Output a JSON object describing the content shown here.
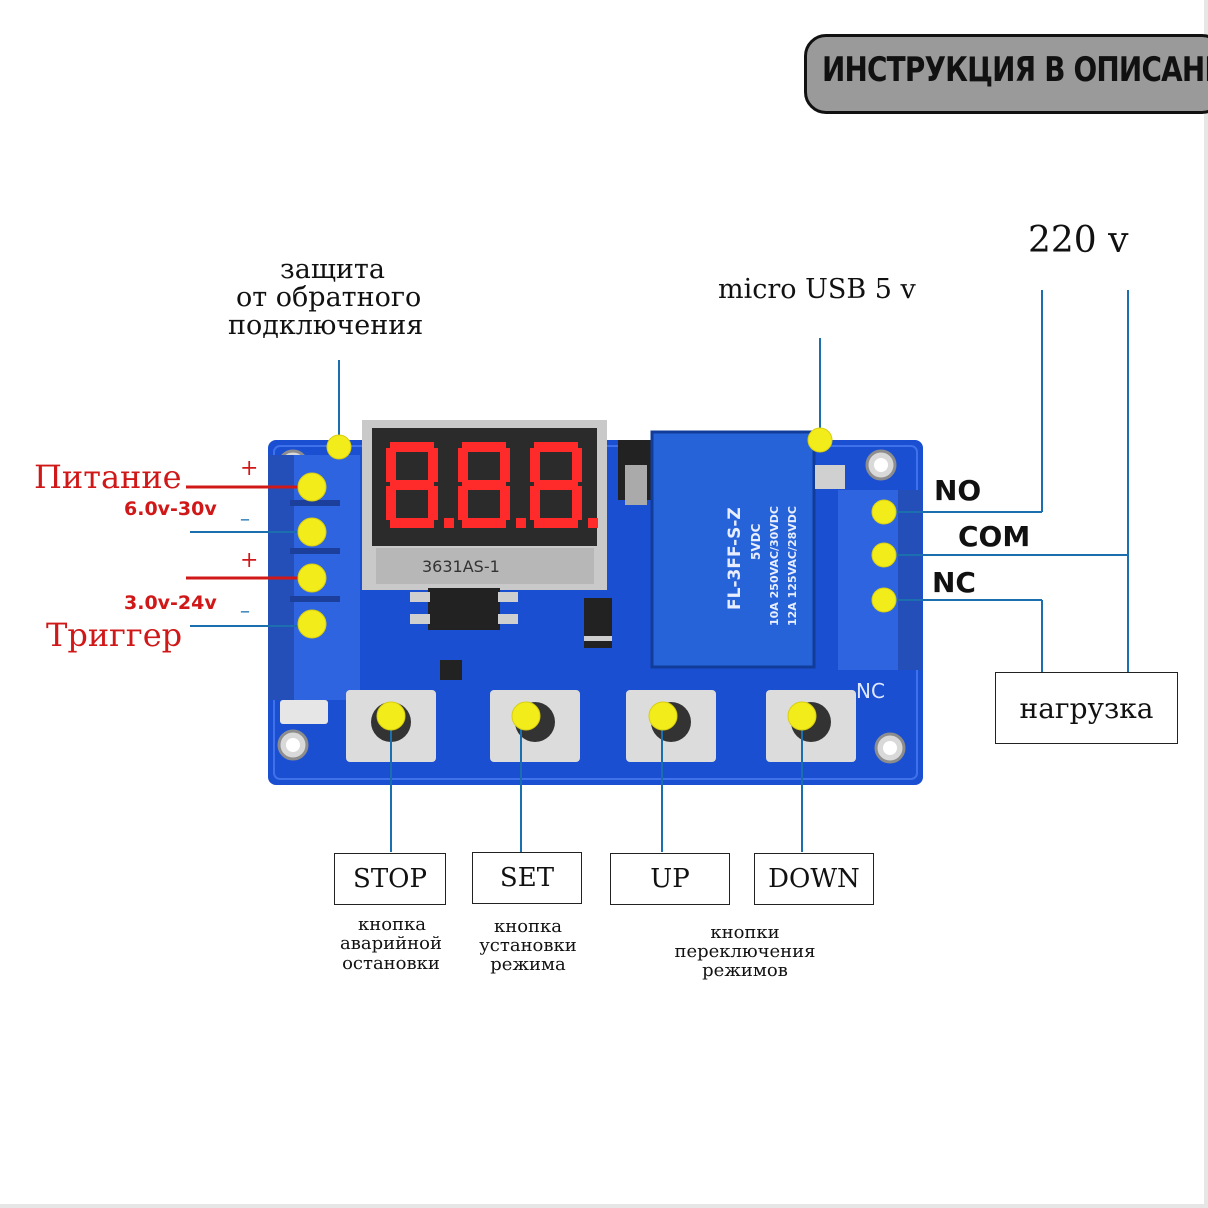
{
  "banner": {
    "text": "ИНСТРУКЦИЯ В ОПИСАНИИ"
  },
  "labels": {
    "protection": [
      "защита",
      "от обратного",
      "подключения"
    ],
    "usb": "micro USB 5 v",
    "mains": "220 v",
    "power": "Питание",
    "power_range": "6.0v-30v",
    "trigger_range": "3.0v-24v",
    "trigger": "Триггер",
    "plus": "+",
    "minus": "–"
  },
  "terminals": {
    "no": "NO",
    "com": "COM",
    "nc": "NC"
  },
  "load": "нагрузка",
  "board": {
    "display_part": "3631AS-1",
    "silk_nc": "NC",
    "relay_lines": [
      "FL-3FF-S-Z",
      "5VDC",
      "10A 250VAC/30VDC",
      "12A 125VAC/28VDC"
    ]
  },
  "buttons": [
    {
      "label": "STOP",
      "desc": [
        "кнопка",
        "аварийной",
        "остановки"
      ]
    },
    {
      "label": "SET",
      "desc": [
        "кнопка",
        "установки",
        "режима"
      ]
    },
    {
      "label": "UP"
    },
    {
      "label": "DOWN"
    }
  ],
  "mode_desc": [
    "кнопки",
    "переключения",
    "режимов"
  ],
  "colors": {
    "pcb": "#1a4fd1",
    "terminal": "#2f64e0",
    "callout": "#1b6fae",
    "dot": "#f3ec1b",
    "power_line": "#d01818",
    "segment": "#ff2a2a"
  }
}
